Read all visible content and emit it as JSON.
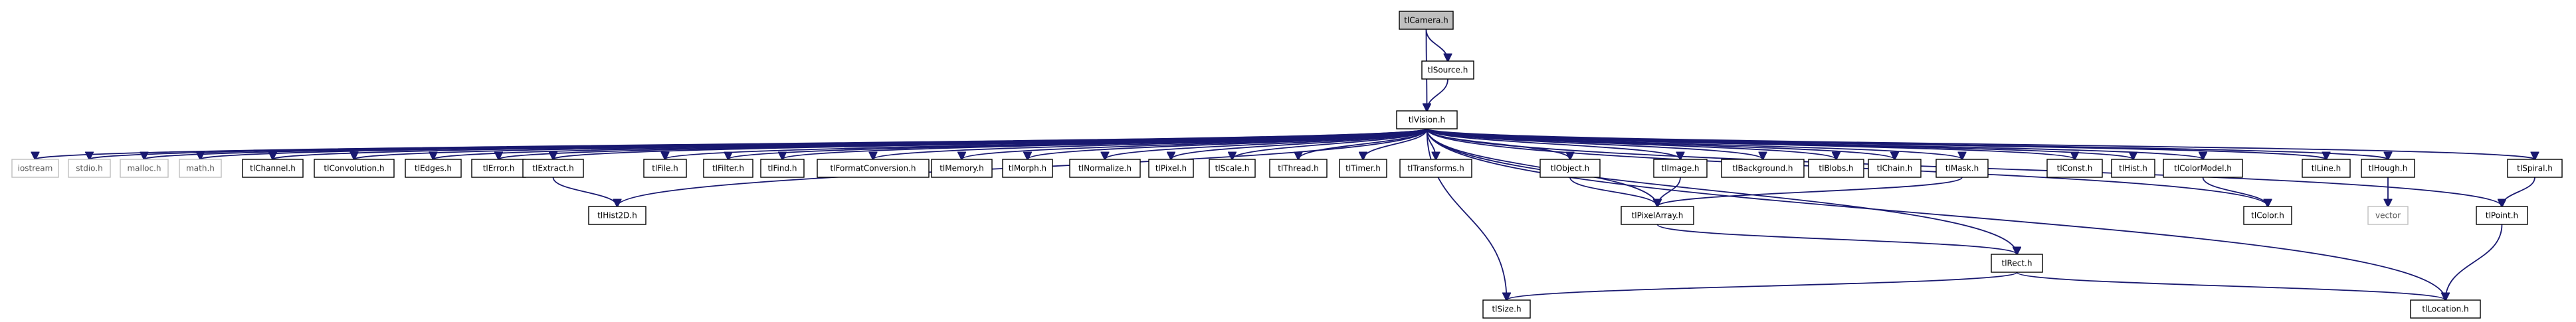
{
  "graph": {
    "nodes": [
      {
        "id": "root",
        "label": "tlCamera.h",
        "kind": "root"
      },
      {
        "id": "source",
        "label": "tlSource.h",
        "kind": "header"
      },
      {
        "id": "vision",
        "label": "tlVision.h",
        "kind": "header"
      },
      {
        "id": "iostream",
        "label": "iostream",
        "kind": "system"
      },
      {
        "id": "stdio",
        "label": "stdio.h",
        "kind": "system"
      },
      {
        "id": "malloc",
        "label": "malloc.h",
        "kind": "system"
      },
      {
        "id": "math",
        "label": "math.h",
        "kind": "system"
      },
      {
        "id": "channel",
        "label": "tlChannel.h",
        "kind": "header"
      },
      {
        "id": "convolution",
        "label": "tlConvolution.h",
        "kind": "header"
      },
      {
        "id": "edges",
        "label": "tlEdges.h",
        "kind": "header"
      },
      {
        "id": "error",
        "label": "tlError.h",
        "kind": "header"
      },
      {
        "id": "extract",
        "label": "tlExtract.h",
        "kind": "header"
      },
      {
        "id": "file",
        "label": "tlFile.h",
        "kind": "header"
      },
      {
        "id": "filter",
        "label": "tlFilter.h",
        "kind": "header"
      },
      {
        "id": "find",
        "label": "tlFind.h",
        "kind": "header"
      },
      {
        "id": "formatconversion",
        "label": "tlFormatConversion.h",
        "kind": "header"
      },
      {
        "id": "memory",
        "label": "tlMemory.h",
        "kind": "header"
      },
      {
        "id": "morph",
        "label": "tlMorph.h",
        "kind": "header"
      },
      {
        "id": "normalize",
        "label": "tlNormalize.h",
        "kind": "header"
      },
      {
        "id": "pixel",
        "label": "tlPixel.h",
        "kind": "header"
      },
      {
        "id": "scale",
        "label": "tlScale.h",
        "kind": "header"
      },
      {
        "id": "thread",
        "label": "tlThread.h",
        "kind": "header"
      },
      {
        "id": "timer",
        "label": "tlTimer.h",
        "kind": "header"
      },
      {
        "id": "transforms",
        "label": "tlTransforms.h",
        "kind": "header"
      },
      {
        "id": "object",
        "label": "tlObject.h",
        "kind": "header"
      },
      {
        "id": "image",
        "label": "tlImage.h",
        "kind": "header"
      },
      {
        "id": "background",
        "label": "tlBackground.h",
        "kind": "header"
      },
      {
        "id": "blobs",
        "label": "tlBlobs.h",
        "kind": "header"
      },
      {
        "id": "chain",
        "label": "tlChain.h",
        "kind": "header"
      },
      {
        "id": "mask",
        "label": "tlMask.h",
        "kind": "header"
      },
      {
        "id": "const",
        "label": "tlConst.h",
        "kind": "header"
      },
      {
        "id": "hist",
        "label": "tlHist.h",
        "kind": "header"
      },
      {
        "id": "colormodel",
        "label": "tlColorModel.h",
        "kind": "header"
      },
      {
        "id": "line",
        "label": "tlLine.h",
        "kind": "header"
      },
      {
        "id": "hough",
        "label": "tlHough.h",
        "kind": "header"
      },
      {
        "id": "spiral",
        "label": "tlSpiral.h",
        "kind": "header"
      },
      {
        "id": "hist2d",
        "label": "tlHist2D.h",
        "kind": "header"
      },
      {
        "id": "pixelarray",
        "label": "tlPixelArray.h",
        "kind": "header"
      },
      {
        "id": "color",
        "label": "tlColor.h",
        "kind": "header"
      },
      {
        "id": "vector",
        "label": "vector",
        "kind": "system"
      },
      {
        "id": "point",
        "label": "tlPoint.h",
        "kind": "header"
      },
      {
        "id": "rect",
        "label": "tlRect.h",
        "kind": "header"
      },
      {
        "id": "size",
        "label": "tlSize.h",
        "kind": "header"
      },
      {
        "id": "location",
        "label": "tlLocation.h",
        "kind": "header"
      }
    ],
    "edges": [
      [
        "root",
        "source"
      ],
      [
        "root",
        "vision"
      ],
      [
        "source",
        "vision"
      ],
      [
        "vision",
        "iostream"
      ],
      [
        "vision",
        "stdio"
      ],
      [
        "vision",
        "malloc"
      ],
      [
        "vision",
        "math"
      ],
      [
        "vision",
        "channel"
      ],
      [
        "vision",
        "convolution"
      ],
      [
        "vision",
        "edges"
      ],
      [
        "vision",
        "error"
      ],
      [
        "vision",
        "extract"
      ],
      [
        "vision",
        "hist2d"
      ],
      [
        "vision",
        "file"
      ],
      [
        "vision",
        "filter"
      ],
      [
        "vision",
        "find"
      ],
      [
        "vision",
        "formatconversion"
      ],
      [
        "vision",
        "memory"
      ],
      [
        "vision",
        "morph"
      ],
      [
        "vision",
        "normalize"
      ],
      [
        "vision",
        "pixel"
      ],
      [
        "vision",
        "scale"
      ],
      [
        "vision",
        "thread"
      ],
      [
        "vision",
        "timer"
      ],
      [
        "vision",
        "transforms"
      ],
      [
        "vision",
        "size"
      ],
      [
        "vision",
        "object"
      ],
      [
        "vision",
        "pixelarray"
      ],
      [
        "vision",
        "image"
      ],
      [
        "vision",
        "background"
      ],
      [
        "vision",
        "blobs"
      ],
      [
        "vision",
        "chain"
      ],
      [
        "vision",
        "mask"
      ],
      [
        "vision",
        "rect"
      ],
      [
        "vision",
        "const"
      ],
      [
        "vision",
        "hist"
      ],
      [
        "vision",
        "colormodel"
      ],
      [
        "vision",
        "color"
      ],
      [
        "vision",
        "line"
      ],
      [
        "vision",
        "hough"
      ],
      [
        "vision",
        "location"
      ],
      [
        "vision",
        "point"
      ],
      [
        "vision",
        "spiral"
      ],
      [
        "extract",
        "hist2d"
      ],
      [
        "object",
        "pixelarray"
      ],
      [
        "image",
        "pixelarray"
      ],
      [
        "mask",
        "pixelarray"
      ],
      [
        "pixelarray",
        "rect"
      ],
      [
        "rect",
        "size"
      ],
      [
        "rect",
        "location"
      ],
      [
        "colormodel",
        "color"
      ],
      [
        "hough",
        "vector"
      ],
      [
        "spiral",
        "point"
      ],
      [
        "point",
        "location"
      ]
    ]
  },
  "colors": {
    "edge": "#191970",
    "root_fill": "#bfbfbf",
    "system_border": "#bfbfbf"
  }
}
